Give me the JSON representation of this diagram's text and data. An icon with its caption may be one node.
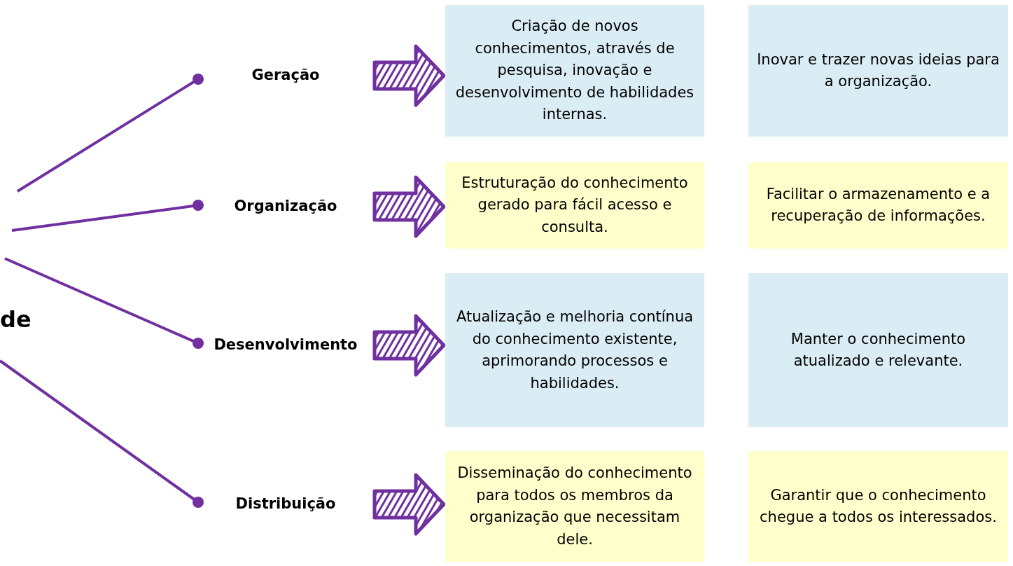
{
  "diagram": {
    "nodes": [
      {
        "text": [
          "Geração"
        ]
      },
      {
        "text": [
          "Criação de novos conhecimentos, através de pesquisa, inovação e desenvolvimento de habilidades internas."
        ]
      },
      {
        "text": [
          "Inovar e trazer novas ideias para a organização."
        ]
      },
      {
        "text": [
          "Organização"
        ]
      },
      {
        "text": [
          "Estruturação do conhecimento gerado para fácil acesso e consulta."
        ]
      },
      {
        "text": [
          "Facilitar o armazenamento e a recuperação de informações."
        ]
      },
      {
        "text": [
          "Desenvolvimento"
        ]
      },
      {
        "text": [
          "Atualização e melhoria contínua do conhecimento existente, aprimorando processos e habilidades."
        ]
      },
      {
        "text": [
          "Manter o conhecimento atualizado e relevante."
        ]
      },
      {
        "text": [
          "Distribuição"
        ]
      },
      {
        "text": [
          "Disseminação do conhecimento para todos os membros da organização que necessitam dele."
        ]
      },
      {
        "text": [
          "Garantir que o conhecimento chegue a todos os interessados."
        ]
      }
    ],
    "edges": [
      {
        "from": null,
        "to": 0,
        "arrow": "other"
      },
      {
        "from": null,
        "to": 3,
        "arrow": "other"
      },
      {
        "from": null,
        "to": 6,
        "arrow": "other"
      },
      {
        "from": null,
        "to": 9,
        "arrow": "other"
      },
      {
        "from": 0,
        "to": 1,
        "arrow": "to",
        "style": "thick"
      },
      {
        "from": 3,
        "to": 4,
        "arrow": "to",
        "style": "thick"
      },
      {
        "from": 6,
        "to": 7,
        "arrow": "to",
        "style": "thick"
      },
      {
        "from": 9,
        "to": 10,
        "arrow": "to",
        "style": "thick"
      }
    ],
    "labels": [
      "de"
    ]
  }
}
